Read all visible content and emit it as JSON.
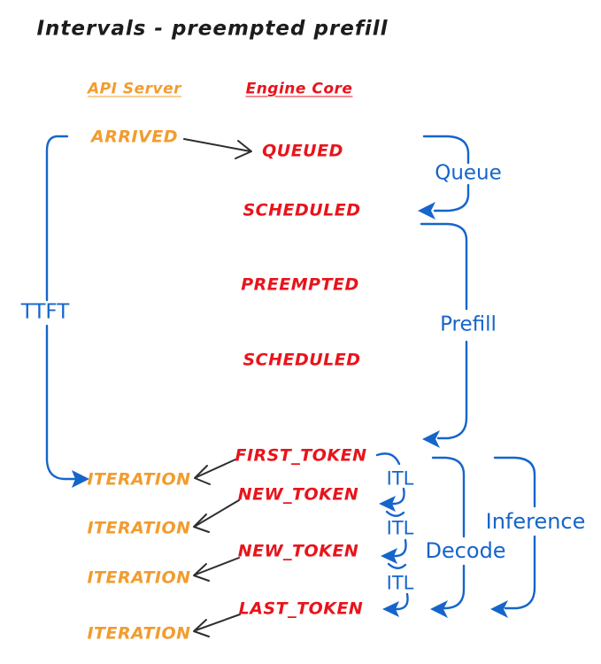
{
  "title": "Intervals - preempted prefill",
  "columns": {
    "api_server": "API Server",
    "engine_core": "Engine Core"
  },
  "api_server_events": [
    "ARRIVED",
    "ITERATION",
    "ITERATION",
    "ITERATION",
    "ITERATION"
  ],
  "engine_core_events": [
    "QUEUED",
    "SCHEDULED",
    "PREEMPTED",
    "SCHEDULED",
    "FIRST_TOKEN",
    "NEW_TOKEN",
    "NEW_TOKEN",
    "LAST_TOKEN"
  ],
  "intervals": {
    "ttft": "TTFT",
    "queue": "Queue",
    "prefill": "Prefill",
    "itl_1": "ITL",
    "itl_2": "ITL",
    "itl_3": "ITL",
    "decode": "Decode",
    "inference": "Inference"
  },
  "colors": {
    "api_server": "#F29C2E",
    "engine_core": "#E8141C",
    "interval": "#1565CB",
    "arrow": "#2E2E2E",
    "background": "#FFFFFF"
  }
}
